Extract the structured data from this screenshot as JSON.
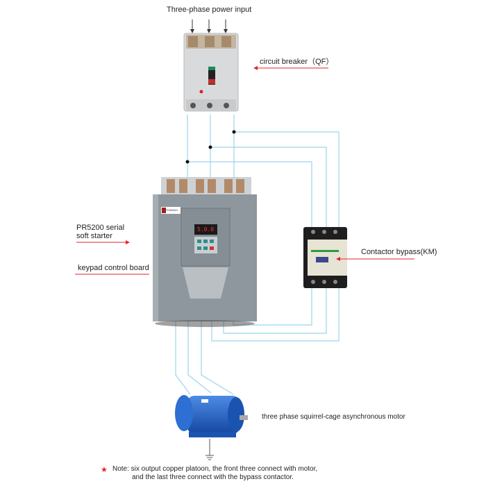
{
  "labels": {
    "power_input": "Three-phase power input",
    "circuit_breaker": "circuit breaker（QF）",
    "soft_starter_line1": "PR5200 serial",
    "soft_starter_line2": "soft starter",
    "keypad": "keypad control board",
    "contactor": "Contactor bypass(KM)",
    "motor": "three phase squirrel-cage asynchronous motor",
    "note_line1": "Note: six output copper platoon, the front three connect with motor,",
    "note_line2": "and the last three connect with the bypass contactor."
  },
  "devices": {
    "starter_brand": "POWMAX",
    "display_reading": "5.0.0"
  },
  "colors": {
    "wire": "#9ad4ee",
    "arrow": "#e0262b",
    "starter": "#8e979e",
    "motor": "#1f64c8"
  }
}
